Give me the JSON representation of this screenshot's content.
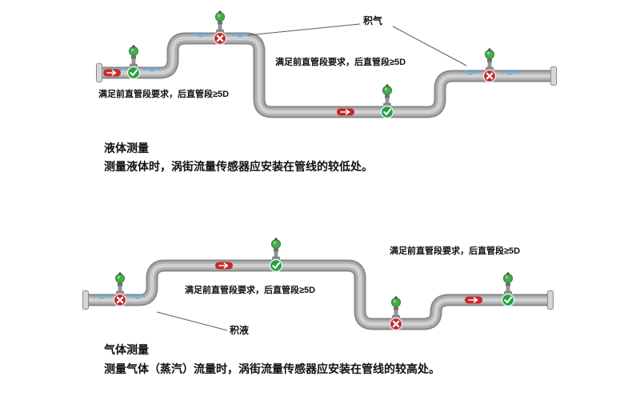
{
  "top_diagram": {
    "gas_label": "积气",
    "note_upper": "满足前直管段要求，后直管段≥5D",
    "note_lower": "满足前直管段要求，后直管段≥5D",
    "title": "液体测量",
    "description": "测量液体时，涡街流量传感器应安装在管线的较低处。"
  },
  "bottom_diagram": {
    "liquid_label": "积液",
    "note_upper": "满足前直管段要求，后直管段≥5D",
    "note_lower": "满足前直管段要求，后直管段≥5D",
    "title": "气体测量",
    "description": "测量气体（蒸汽）流量时，涡街流量传感器应安装在管线的较高处。"
  },
  "legend": {
    "correct_mark": "green-check",
    "wrong_mark": "red-cross",
    "flow_direction": "right"
  },
  "colors": {
    "pipe": "#aeaeae",
    "pipe_edge": "#878787",
    "ok_green": "#23a13f",
    "bad_red": "#c5262c",
    "water_blue": "#57b5e8",
    "text": "#111111"
  }
}
